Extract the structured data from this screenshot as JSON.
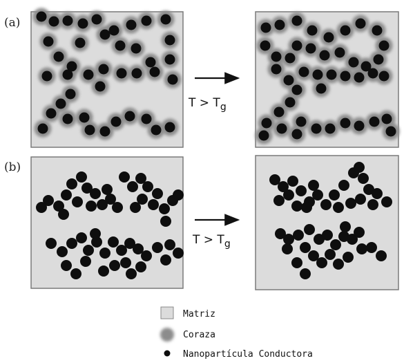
{
  "panels": {
    "a_label": "(a)",
    "b_label": "(b)"
  },
  "condition": {
    "main": "T > T",
    "sub": "g"
  },
  "legend": {
    "matrix": "Matriz",
    "shell": "Coraza",
    "particle": "Nanopartícula Conductora"
  },
  "colors": {
    "matrix": "#dcdcdc",
    "shell": "#8c8c8c",
    "particle": "#0e0e0e",
    "border": "#7a7a7a"
  },
  "icons": {
    "arrow": "right-arrow-icon"
  }
}
